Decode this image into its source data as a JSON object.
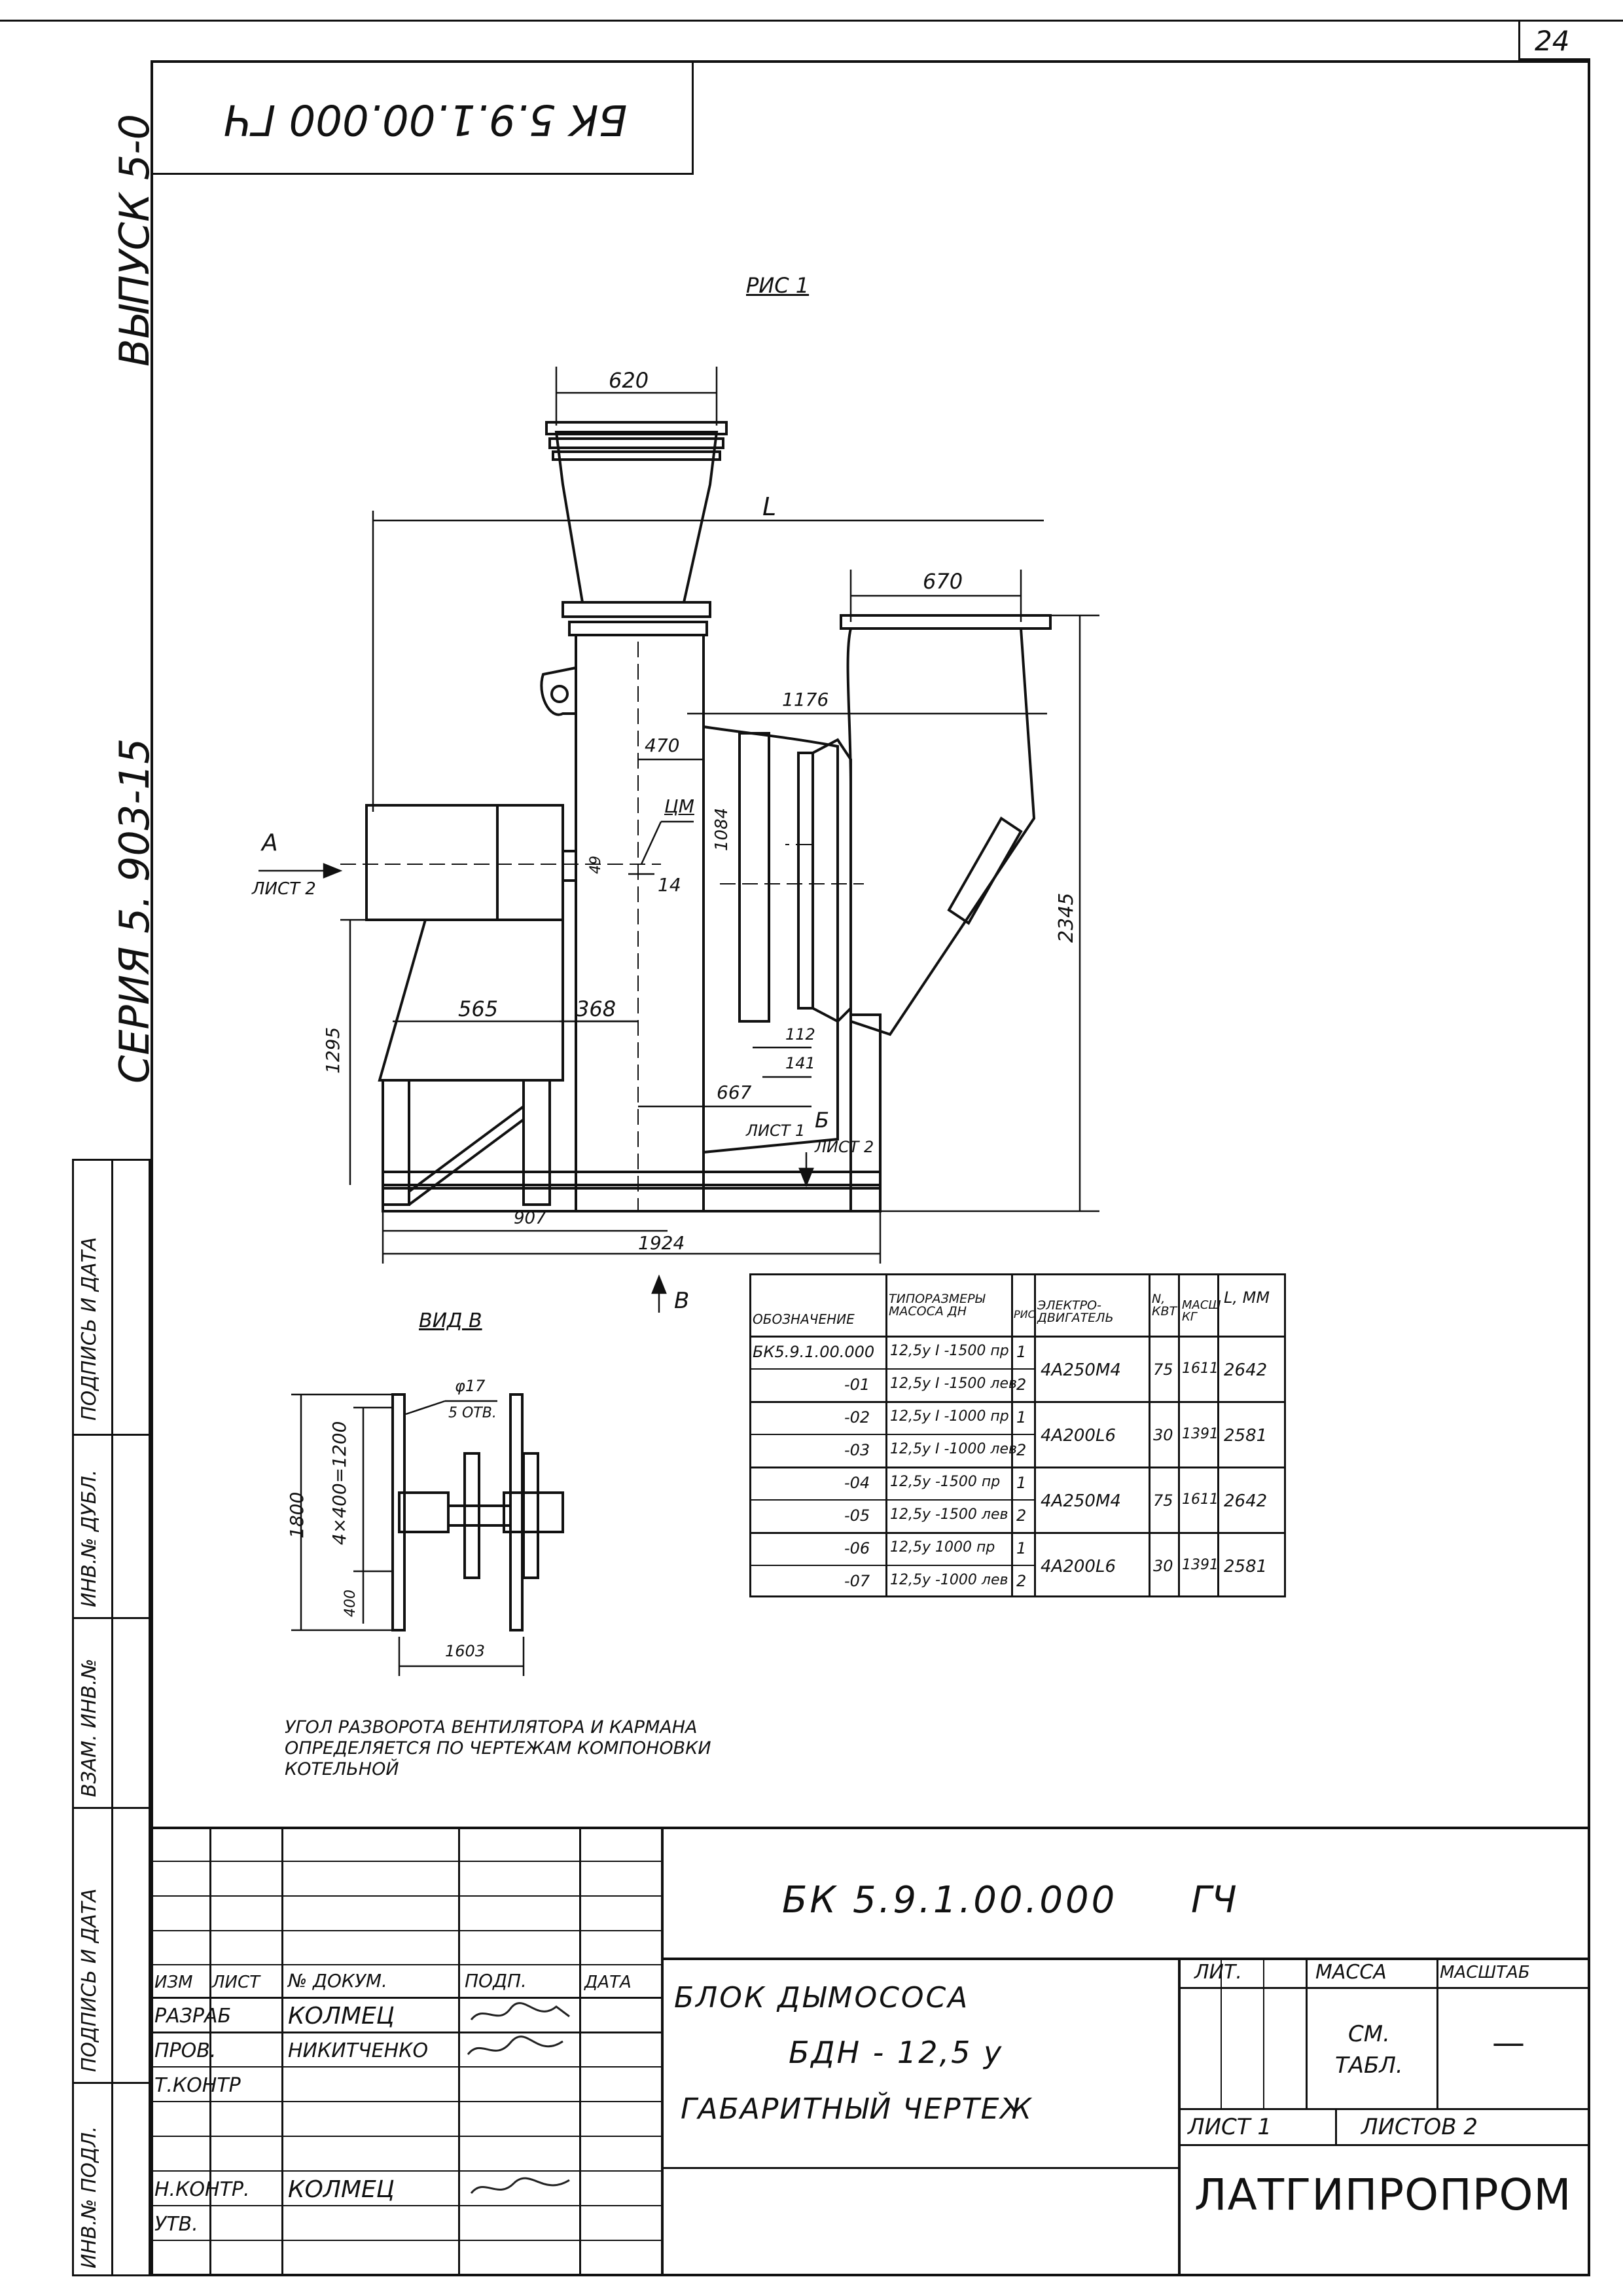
{
  "page_number": "24",
  "top_stamp": "БК 5.9.1.00.000 ГЧ",
  "margin": {
    "issue": "ВЫПУСК 5-0",
    "series": "СЕРИЯ 5. 903-15",
    "boxes": [
      "ПОДПИСЬ И ДАТА",
      "ИНВ.№ ДУБЛ.",
      "ВЗАМ. ИНВ.№",
      "ПОДПИСЬ И ДАТА",
      "ИНВ.№ ПОДЛ."
    ]
  },
  "drawing": {
    "fig_label": "РИС 1",
    "dims": {
      "d620": "620",
      "dL": "L",
      "d670": "670",
      "d1176": "1176",
      "d470": "470",
      "d1084": "1084",
      "d2345": "2345",
      "d1295": "1295",
      "d565": "565",
      "d368": "368",
      "d112": "112",
      "d141": "141",
      "d667": "667",
      "d907": "907",
      "d1924": "1924",
      "d14": "14",
      "d49": "49",
      "dcm": "ЦМ"
    },
    "labels": {
      "a_letter": "А",
      "a_sheet": "ЛИСТ 2",
      "b_letter": "Б",
      "b_sheet1": "ЛИСТ 1",
      "b_sheet2": "ЛИСТ 2",
      "v_letter": "В"
    },
    "view_v": {
      "title": "ВИД В",
      "d1800": "1800",
      "d4x400": "4×400=1200",
      "d400": "400",
      "d1603": "1603",
      "hole_d": "φ17",
      "hole_n": "5 ОТВ."
    },
    "note": [
      "УГОЛ РАЗВОРОТА ВЕНТИЛЯТОРА И КАРМАНА",
      "ОПРЕДЕЛЯЕТСЯ ПО ЧЕРТЕЖАМ КОМПОНОВКИ",
      "КОТЕЛЬНОЙ"
    ]
  },
  "spec_table": {
    "headers": [
      "ОБОЗНАЧЕНИЕ",
      "ТИПОРАЗМЕРЫ МАСОСА ДН",
      "РИС",
      "ЭЛЕКТРО-ДВИГАТЕЛЬ",
      "N, КВТ",
      "МАСШ КГ",
      "L, ММ"
    ],
    "rows": [
      {
        "des": "БК5.9.1.00.000",
        "type": "12,5у I -1500 пр",
        "fig": "1"
      },
      {
        "des": "-01",
        "type": "12,5у I -1500 лев",
        "fig": "2"
      },
      {
        "des": "-02",
        "type": "12,5у I -1000 пр",
        "fig": "1"
      },
      {
        "des": "-03",
        "type": "12,5у I -1000 лев",
        "fig": "2"
      },
      {
        "des": "-04",
        "type": "12,5у -1500 пр",
        "fig": "1"
      },
      {
        "des": "-05",
        "type": "12,5у -1500 лев",
        "fig": "2"
      },
      {
        "des": "-06",
        "type": "12,5у 1000 пр",
        "fig": "1"
      },
      {
        "des": "-07",
        "type": "12,5у -1000 лев",
        "fig": "2"
      }
    ],
    "groups": [
      {
        "motor": "4А250М4",
        "power": "75",
        "mass": "1611",
        "length": "2642"
      },
      {
        "motor": "4А200L6",
        "power": "30",
        "mass": "1391",
        "length": "2581"
      },
      {
        "motor": "4А250М4",
        "power": "75",
        "mass": "1611",
        "length": "2642"
      },
      {
        "motor": "4А200L6",
        "power": "30",
        "mass": "1391",
        "length": "2581"
      }
    ]
  },
  "title_block": {
    "doc_number": "БК 5.9.1.00.000",
    "doc_code": "ГЧ",
    "title_line1": "БЛОК ДЫМОСОСА",
    "title_line2": "БДН - 12,5 у",
    "title_line3": "ГАБАРИТНЫЙ ЧЕРТЕЖ",
    "hdr_izm": "ИЗМ",
    "hdr_list": "ЛИСТ",
    "hdr_doc": "№ ДОКУМ.",
    "hdr_sign": "ПОДП.",
    "hdr_date": "ДАТА",
    "roles": [
      {
        "role": "РАЗРАБ",
        "name": "КОЛМЕЦ"
      },
      {
        "role": "ПРОВ.",
        "name": "НИКИТЧЕНКО"
      },
      {
        "role": "Т.КОНТР",
        "name": ""
      },
      {
        "role": "",
        "name": ""
      },
      {
        "role": "Н.КОНТР.",
        "name": "КОЛМЕЦ"
      },
      {
        "role": "УТВ.",
        "name": ""
      }
    ],
    "lit_label": "ЛИТ.",
    "mass_label": "МАССА",
    "scale_label": "МАСШТАБ",
    "mass_value_1": "СМ.",
    "mass_value_2": "ТАБЛ.",
    "scale_value": "—",
    "sheet": "ЛИСТ 1",
    "sheets": "ЛИСТОВ 2",
    "org": "ЛАТГИПРОПРОМ"
  }
}
